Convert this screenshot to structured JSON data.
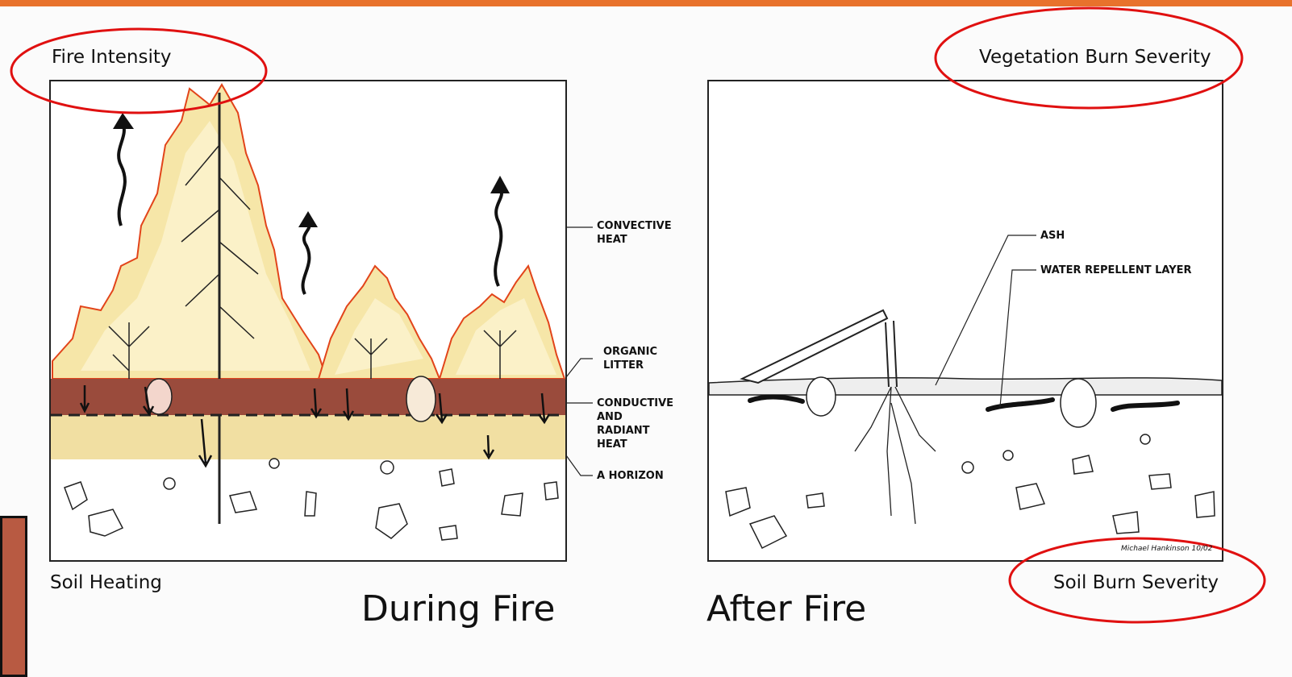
{
  "labels": {
    "fire_intensity": "Fire Intensity",
    "soil_heating": "Soil Heating",
    "vegetation_burn_severity": "Vegetation Burn Severity",
    "soil_burn_severity": "Soil Burn Severity",
    "during_fire": "During Fire",
    "after_fire": "After Fire"
  },
  "callouts_during": {
    "convective_heat": "CONVECTIVE HEAT",
    "organic_litter": "ORGANIC LITTER",
    "conductive_radiant_heat": "CONDUCTIVE AND RADIANT HEAT",
    "a_horizon": "A HORIZON"
  },
  "callouts_after": {
    "ash": "ASH",
    "water_repellent_layer": "WATER REPELLENT LAYER"
  },
  "signature": "Michael Hankinson 10/02",
  "colors": {
    "top_bar": "#e8722c",
    "highlight_ellipse": "#e01010",
    "flame_outer": "#e2441a",
    "flame_inner": "#f6e6a8",
    "litter": "#9a4b3c",
    "soil_glow": "#f1dfa2",
    "left_box_fill": "#b85a42"
  }
}
